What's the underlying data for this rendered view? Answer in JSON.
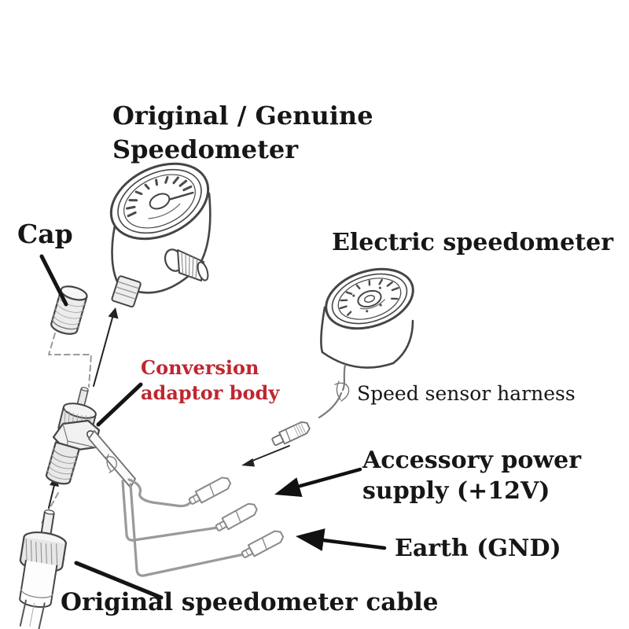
{
  "diagram": {
    "title": {
      "line1": "Original / Genuine",
      "line2": "Speedometer"
    },
    "labels": {
      "cap": "Cap",
      "electric_speedometer": "Electric speedometer",
      "conversion_adaptor_line1": "Conversion",
      "conversion_adaptor_line2": "adaptor body",
      "speed_sensor_harness": "Speed sensor harness",
      "accessory_power_line1": "Accessory power",
      "accessory_power_line2": "supply (+12V)",
      "earth": "Earth (GND)",
      "original_cable": "Original speedometer cable"
    },
    "colors": {
      "highlight_red": "#bf2630",
      "ink": "#161616",
      "part_outline": "#454545",
      "wire_gray": "#9a9a9a"
    }
  }
}
